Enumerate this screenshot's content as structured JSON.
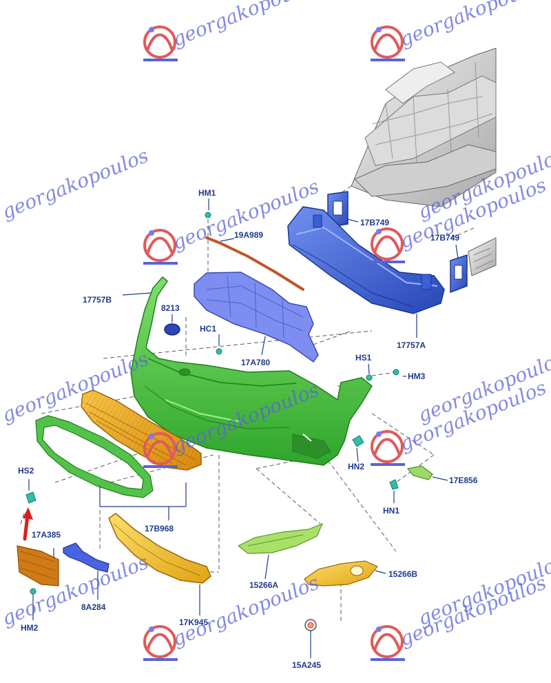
{
  "watermark": {
    "text": "georgakopoulos"
  },
  "labels": {
    "hm1": "HM1",
    "l19a989": "19A989",
    "l17b749_a": "17B749",
    "l17b749_b": "17B749",
    "l17757b": "17757B",
    "l8213": "8213",
    "hc1": "HC1",
    "l17a780": "17A780",
    "l17757a": "17757A",
    "hs1": "HS1",
    "hm3": "HM3",
    "hs2": "HS2",
    "hn2": "HN2",
    "l17e856": "17E856",
    "hn1": "HN1",
    "l17b968": "17B968",
    "l17a385": "17A385",
    "l8a284": "8A284",
    "hm2": "HM2",
    "l17k945": "17K945",
    "l15266a": "15266A",
    "l15266b": "15266B",
    "l15a245": "15A245"
  },
  "colors": {
    "bumper_cover": "#3fc23a",
    "grille": "#e8a21a",
    "reinforcement": "#3a5fd6",
    "label": "#1f3a8a",
    "watermark": "#5a63d6",
    "watermark_logo": "#e05a5a",
    "arrow": "#d8201c"
  }
}
